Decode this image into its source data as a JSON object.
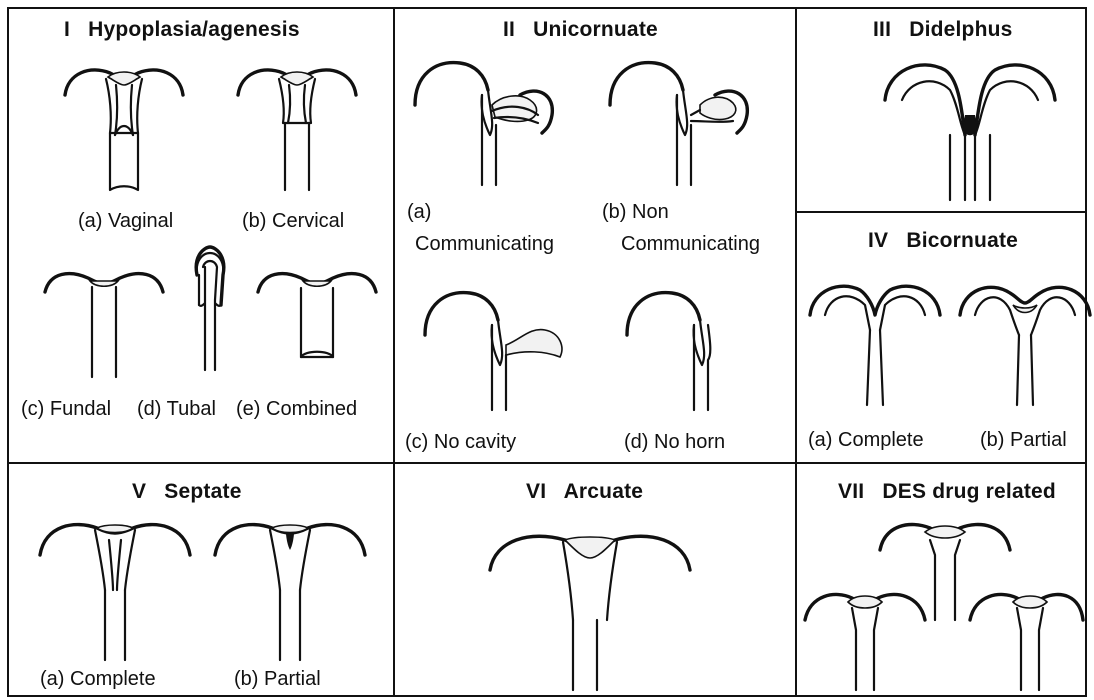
{
  "panels": {
    "p1": {
      "title": "I   Hypoplasia/agenesis",
      "labels": [
        "(a) Vaginal",
        "(b) Cervical",
        "(c) Fundal",
        "(d) Tubal",
        "(e) Combined"
      ]
    },
    "p2": {
      "title": "II   Unicornuate",
      "labels": [
        "(a)",
        "Communicating",
        "(b) Non",
        "Communicating",
        "(c) No cavity",
        "(d) No horn"
      ]
    },
    "p3": {
      "title": "III   Didelphus",
      "labels": []
    },
    "p4": {
      "title": "IV   Bicornuate",
      "labels": [
        "(a) Complete",
        "(b) Partial"
      ]
    },
    "p5": {
      "title": "V   Septate",
      "labels": [
        "(a) Complete",
        "(b) Partial"
      ]
    },
    "p6": {
      "title": "VI   Arcuate",
      "labels": []
    },
    "p7": {
      "title": "VII   DES drug related",
      "labels": []
    }
  },
  "icons": {
    "uterus": "uterus-diagram-icon"
  }
}
